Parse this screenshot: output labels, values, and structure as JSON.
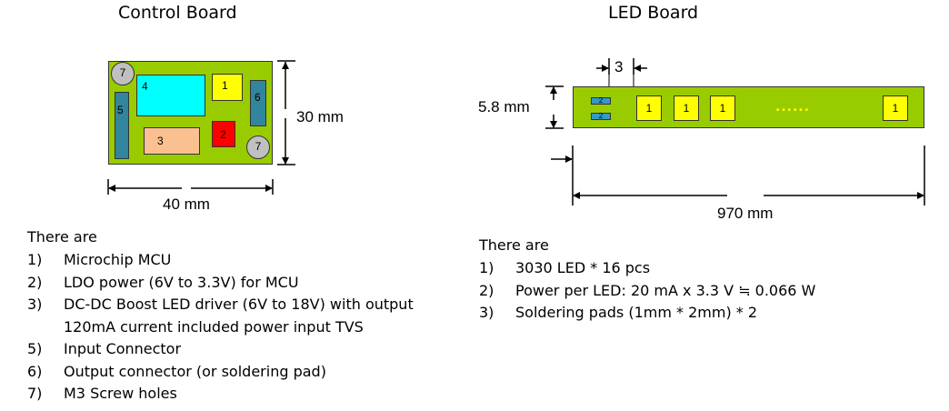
{
  "control": {
    "title": "Control Board",
    "height_label": "30 mm",
    "width_label": "40 mm",
    "components": {
      "c4": "4",
      "c1": "1",
      "c5": "5",
      "c6": "6",
      "c3": "3",
      "c2": "2",
      "hole_top": "7",
      "hole_bottom": "7"
    },
    "intro": "There are",
    "items": [
      {
        "num": "1)",
        "text": "Microchip MCU"
      },
      {
        "num": "2)",
        "text": "LDO power (6V to 3.3V) for MCU"
      },
      {
        "num": "3)",
        "text": "DC-DC Boost LED driver (6V to 18V) with output"
      },
      {
        "num": "",
        "text": "120mA current included power input TVS"
      },
      {
        "num": "5)",
        "text": "Input Connector"
      },
      {
        "num": "6)",
        "text": "Output connector (or soldering pad)"
      },
      {
        "num": "7)",
        "text": "M3 Screw holes"
      }
    ]
  },
  "led": {
    "title": "LED Board",
    "spacing_label": "3",
    "height_label": "5.8 mm",
    "length_label": "970 mm",
    "pad_labels": [
      "2",
      "2"
    ],
    "leds": [
      "1",
      "1",
      "1",
      "1"
    ],
    "ellipsis": "......",
    "intro": "There are",
    "items": [
      {
        "num": "1)",
        "text": "3030 LED * 16 pcs"
      },
      {
        "num": "2)",
        "text": "Power per LED: 20 mA x 3.3 V ≒ 0.066 W"
      },
      {
        "num": "3)",
        "text": "Soldering pads (1mm * 2mm) * 2"
      }
    ]
  },
  "colors": {
    "board": "#99cc00",
    "mcu": "#00ffff",
    "ldo": "#ffff00",
    "boost": "#fac090",
    "tvs": "#ff0000",
    "connector": "#31859c",
    "hole": "#c0c0c0",
    "led": "#ffff00"
  }
}
